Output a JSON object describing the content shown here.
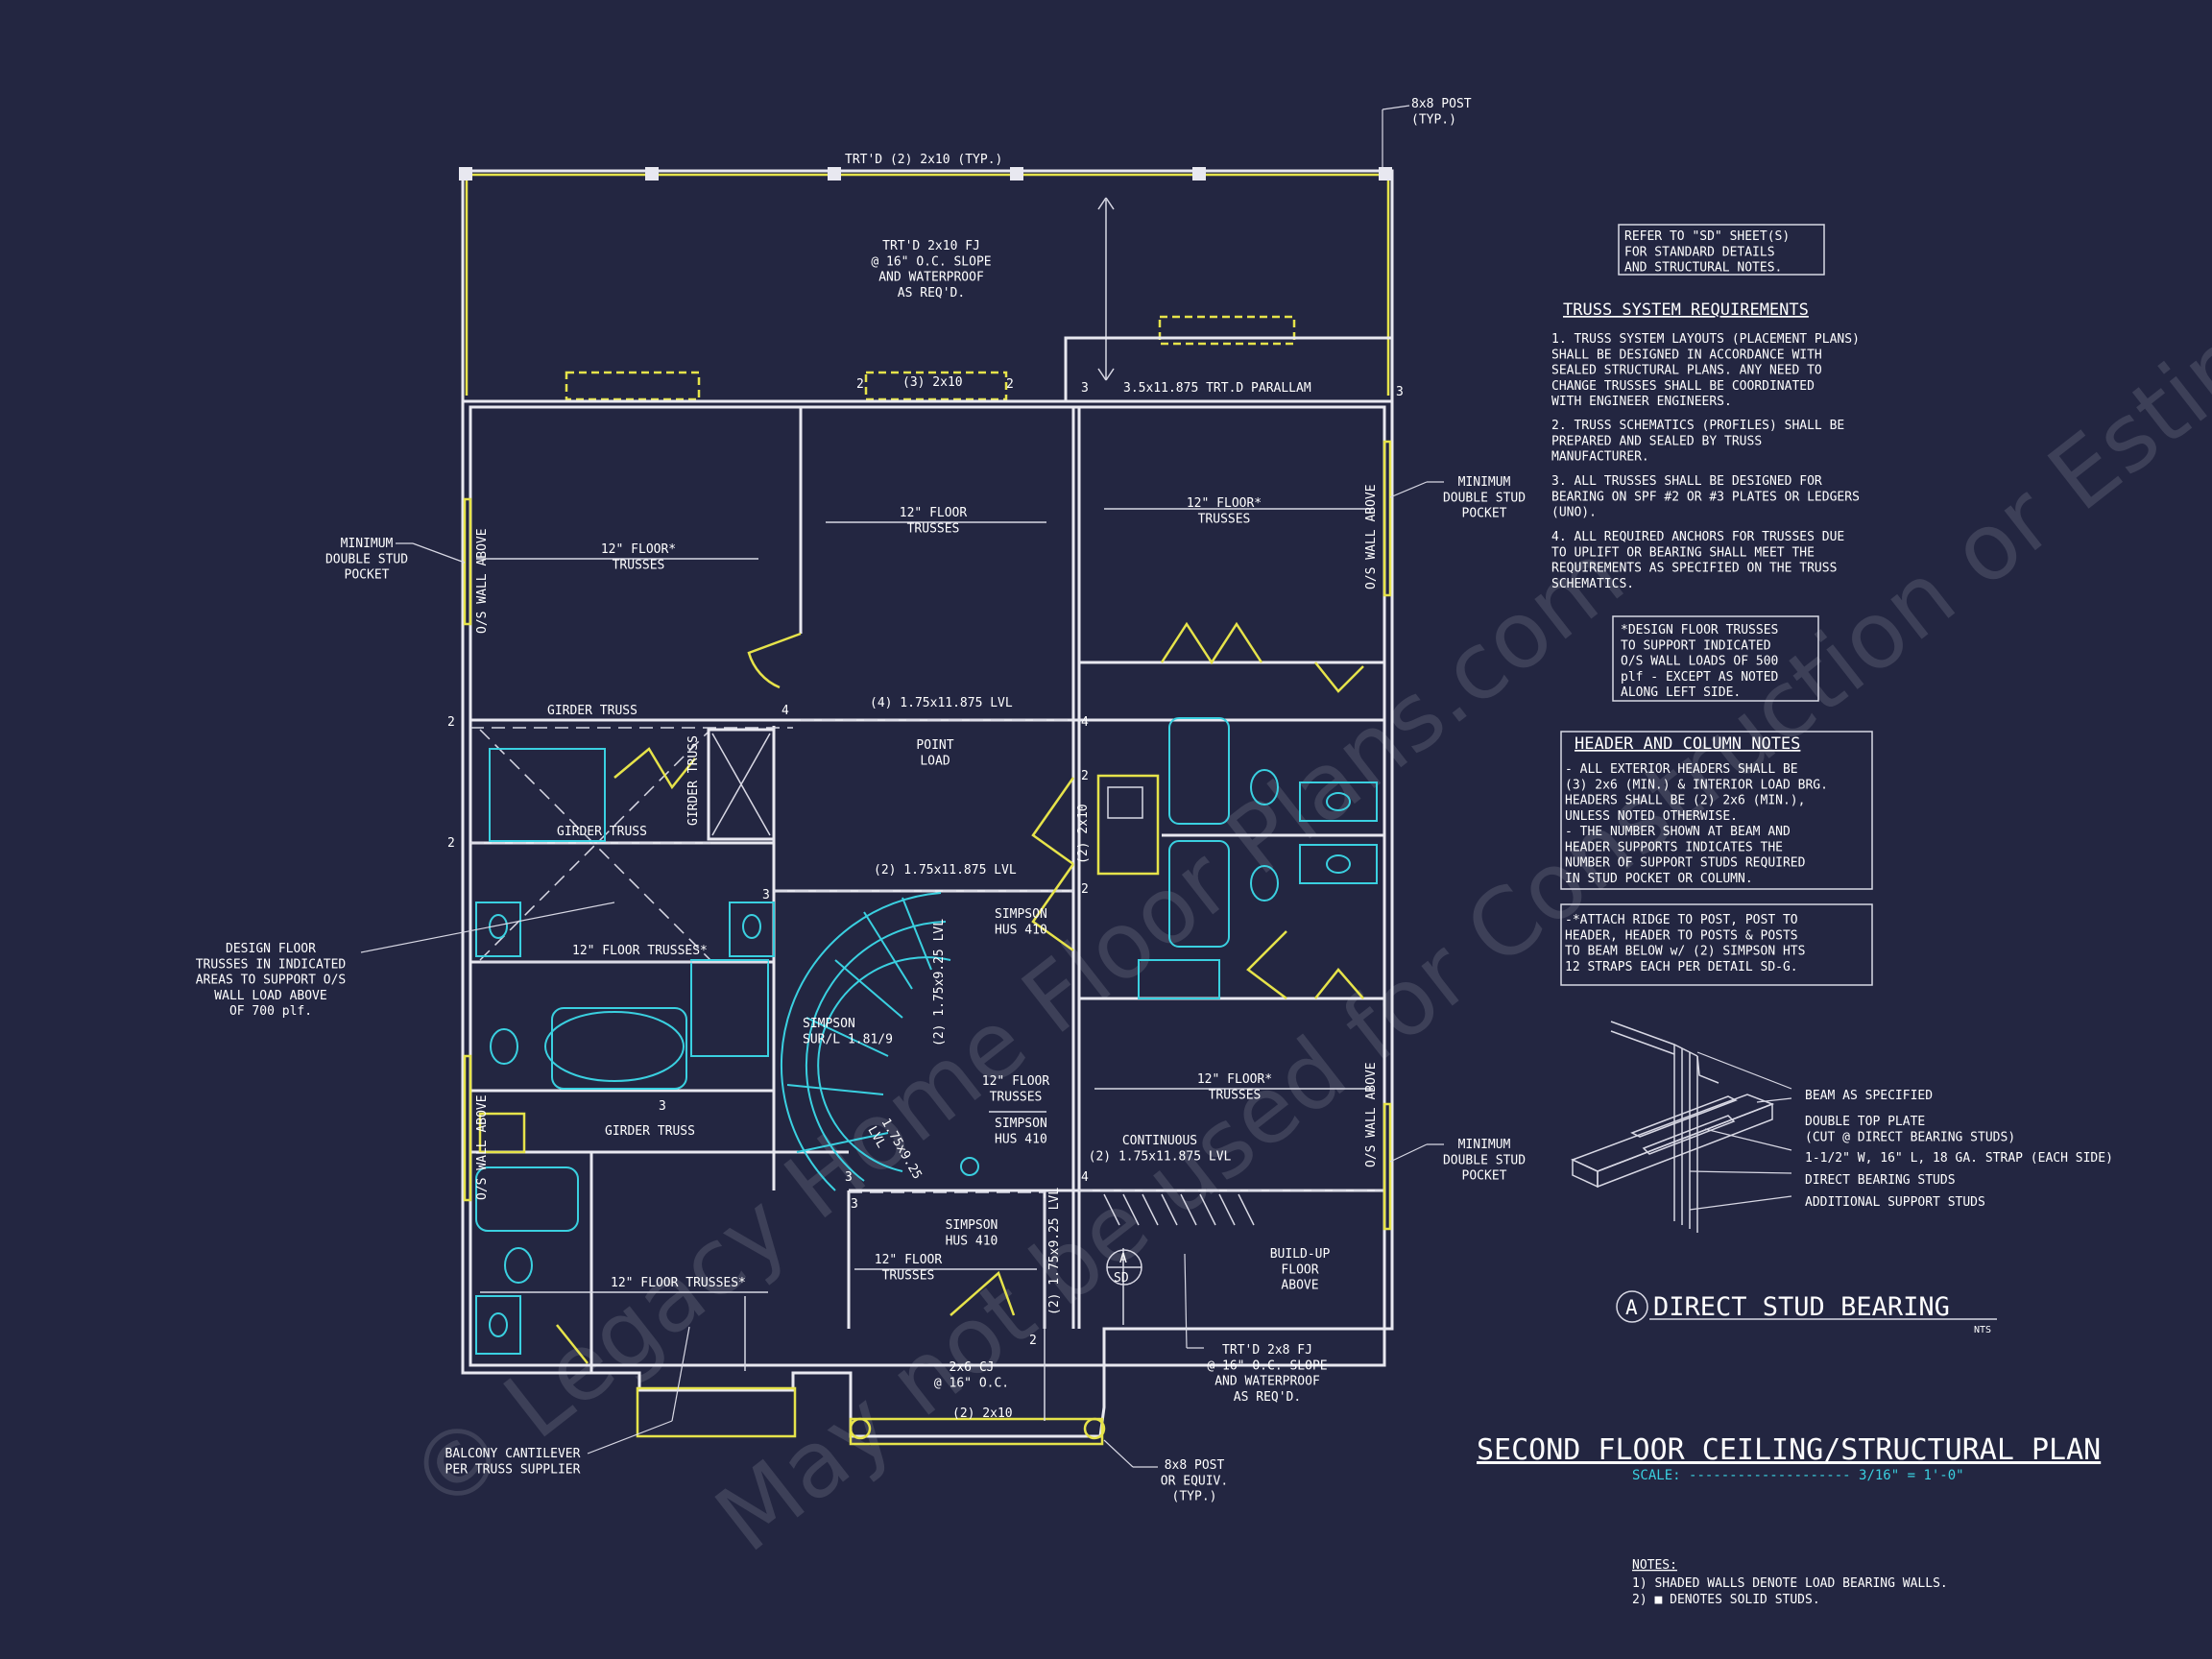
{
  "watermark": {
    "line1": "© Legacy Home Floor Plans.com",
    "line2": "May not be used for Construction or Estimating"
  },
  "plan_labels": {
    "post_top": "8x8 POST\n(TYP.)",
    "trtd_top": "TRT'D (2) 2x10 (TYP.)",
    "trtd_fj": "TRT'D 2x10 FJ\n@ 16\" O.C. SLOPE\nAND WATERPROOF\nAS REQ'D.",
    "three_2x10": "(3) 2x10",
    "parallam": "3.5x11.875 TRT.D PARALLAM",
    "min_stud_left": "MINIMUM\nDOUBLE STUD\nPOCKET",
    "min_stud_right_upper": "MINIMUM\nDOUBLE STUD\nPOCKET",
    "min_stud_right_lower": "MINIMUM\nDOUBLE STUD\nPOCKET",
    "floor_trusses_a": "12\" FLOOR*\nTRUSSES",
    "floor_trusses_b": "12\" FLOOR\nTRUSSES",
    "floor_trusses_c": "12\" FLOOR*\nTRUSSES",
    "os_wall_left": "O/S WALL ABOVE",
    "os_wall_right_upper": "O/S WALL ABOVE",
    "os_wall_right_lower": "O/S WALL ABOVE",
    "os_wall_left_lower": "O/S WALL ABOVE",
    "girder_truss_1": "GIRDER TRUSS",
    "girder_truss_2": "GIRDER TRUSS",
    "girder_truss_v": "GIRDER TRUSS",
    "girder_truss_3": "GIRDER TRUSS",
    "lvl_4": "(4) 1.75x11.875 LVL",
    "point_load": "POINT\nLOAD",
    "lvl_2a": "(2) 1.75x11.875 LVL",
    "two_2x10_v": "(2) 2x10",
    "simpson_hus_a": "SIMPSON\nHUS 410",
    "simpson_sur": "SIMPSON\nSUR/L 1.81/9",
    "lvl_925_v": "(2) 1.75x9.25 LVL",
    "floor_trusses_d": "12\" FLOOR TRUSSES*",
    "design_floor": "DESIGN FLOOR\nTRUSSES IN INDICATED\nAREAS TO SUPPORT O/S\nWALL LOAD ABOVE\nOF 700 plf.",
    "floor_trusses_e": "12\" FLOOR\nTRUSSES",
    "simpson_hus_b": "SIMPSON\nHUS 410",
    "lvl_925_diag": "1.75x9.25\nLVL",
    "continuous": "CONTINUOUS\n(2) 1.75x11.875 LVL",
    "floor_trusses_f": "12\" FLOOR*\nTRUSSES",
    "simpson_hus_c": "SIMPSON\nHUS 410",
    "floor_trusses_g": "12\" FLOOR\nTRUSSES",
    "lvl_925_v2": "(2) 1.75x9.25 LVL",
    "floor_trusses_h": "12\" FLOOR TRUSSES*",
    "build_up": "BUILD-UP\nFLOOR\nABOVE",
    "section_a": "A",
    "section_sd": "SD",
    "cj_2x6": "2x6 CJ\n@ 16\" O.C.",
    "two_2x10_b": "(2) 2x10",
    "trtd_2x8": "TRT'D 2x8 FJ\n@ 16\" O.C. SLOPE\nAND WATERPROOF\nAS REQ'D.",
    "balcony": "BALCONY CANTILEVER\nPER TRUSS SUPPLIER",
    "post_bottom": "8x8 POST\nOR EQUIV.\n(TYP.)"
  },
  "numbers": {
    "n2": "2",
    "n3": "3",
    "n4": "4"
  },
  "notes": {
    "refer_sd": "REFER TO \"SD\" SHEET(S)\nFOR STANDARD DETAILS\nAND STRUCTURAL NOTES.",
    "truss_header": "TRUSS SYSTEM REQUIREMENTS",
    "truss_1": "1. TRUSS SYSTEM LAYOUTS (PLACEMENT PLANS)\nSHALL BE DESIGNED IN ACCORDANCE WITH\nSEALED STRUCTURAL PLANS. ANY NEED TO\nCHANGE TRUSSES SHALL BE COORDINATED\nWITH ENGINEER ENGINEERS.",
    "truss_2": "2. TRUSS SCHEMATICS (PROFILES) SHALL BE\nPREPARED AND SEALED BY TRUSS\nMANUFACTURER.",
    "truss_3": "3. ALL TRUSSES SHALL BE DESIGNED FOR\nBEARING ON SPF #2 OR #3 PLATES OR LEDGERS\n(UNO).",
    "truss_4": "4. ALL REQUIRED ANCHORS FOR TRUSSES DUE\nTO UPLIFT OR BEARING SHALL MEET THE\nREQUIREMENTS AS SPECIFIED ON THE TRUSS\nSCHEMATICS.",
    "design_box": "*DESIGN FLOOR TRUSSES\nTO SUPPORT INDICATED\nO/S WALL LOADS OF 500\nplf - EXCEPT AS NOTED\nALONG LEFT SIDE.",
    "header_col_title": "HEADER AND COLUMN NOTES",
    "header_col_body": "- ALL EXTERIOR HEADERS SHALL BE\n(3) 2x6 (MIN.) & INTERIOR LOAD BRG.\nHEADERS SHALL BE (2) 2x6 (MIN.),\nUNLESS NOTED OTHERWISE.\n- THE NUMBER SHOWN AT BEAM AND\nHEADER SUPPORTS INDICATES THE\nNUMBER OF SUPPORT STUDS REQUIRED\nIN STUD POCKET OR COLUMN.",
    "attach_box": "-*ATTACH RIDGE TO POST, POST TO\nHEADER, HEADER TO POSTS & POSTS\nTO BEAM BELOW w/ (2) SIMPSON HTS\n12 STRAPS EACH PER DETAIL SD-G."
  },
  "detail": {
    "beam": "BEAM AS SPECIFIED",
    "top_plate": "DOUBLE TOP PLATE\n(CUT @ DIRECT BEARING STUDS)",
    "strap": "1-1/2\" W, 16\" L, 18 GA. STRAP (EACH SIDE)",
    "direct_studs": "DIRECT BEARING STUDS",
    "additional_studs": "ADDITIONAL SUPPORT STUDS",
    "title_letter": "A",
    "title": "DIRECT STUD BEARING",
    "nts": "NTS"
  },
  "title_block": {
    "title": "SECOND FLOOR CEILING/STRUCTURAL PLAN",
    "scale_label": "SCALE: ",
    "scale_dashes": "--------------------",
    "scale_value": " 3/16\" = 1'-0\""
  },
  "footer_notes": {
    "header": "NOTES:",
    "line1": "1) SHADED WALLS DENOTE LOAD BEARING WALLS.",
    "line2": "2) ■ DENOTES SOLID STUDS."
  },
  "colors": {
    "background": "#232641",
    "wall": "#e8e8f0",
    "yellow": "#e6e34a",
    "cyan": "#3ad0e0",
    "scale_accent": "#3ad0e0"
  }
}
